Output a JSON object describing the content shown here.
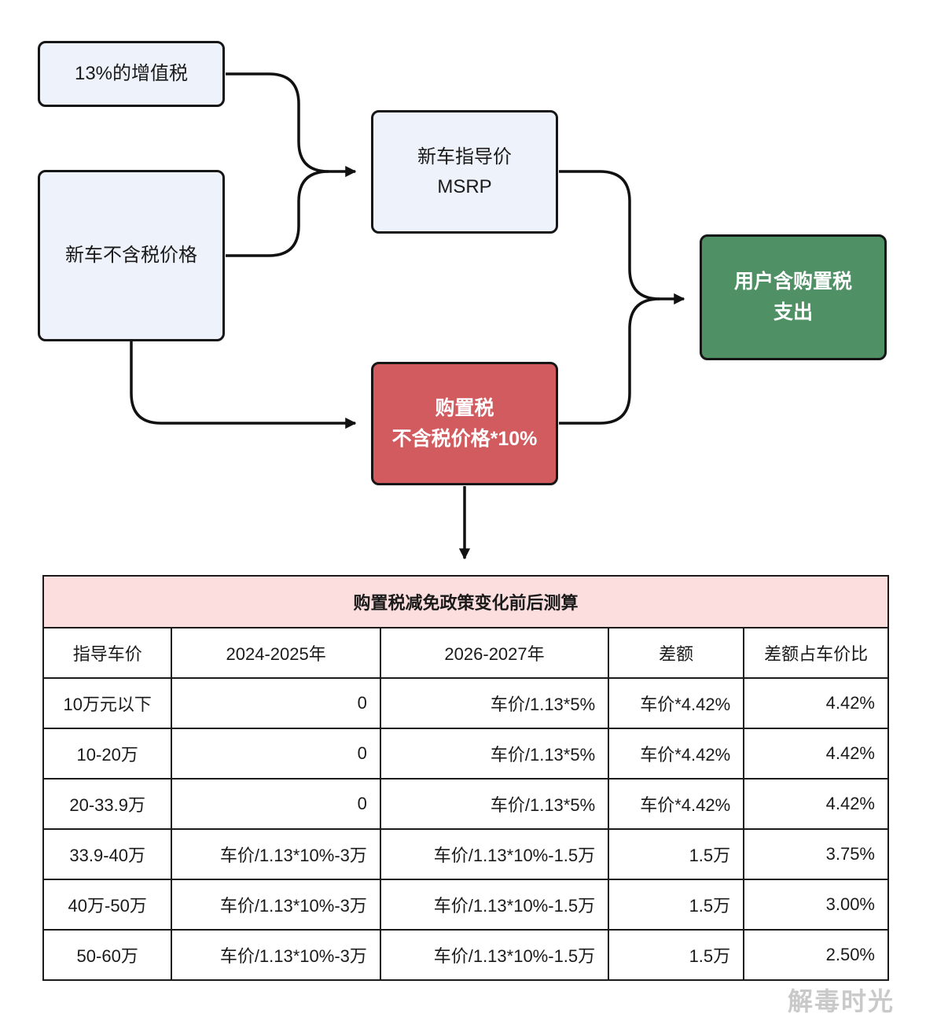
{
  "flowchart": {
    "box_vat": "13%的增值税",
    "box_pretax": "新车不含税价格",
    "box_msrp_line1": "新车指导价",
    "box_msrp_line2": "MSRP",
    "box_tax_line1": "购置税",
    "box_tax_line2": "不含税价格*10%",
    "box_user_line1": "用户含购置税",
    "box_user_line2": "支出"
  },
  "table": {
    "title": "购置税减免政策变化前后测算",
    "headers": [
      "指导车价",
      "2024-2025年",
      "2026-2027年",
      "差额",
      "差额占车价比"
    ],
    "rows": [
      [
        "10万元以下",
        "0",
        "车价/1.13*5%",
        "车价*4.42%",
        "4.42%"
      ],
      [
        "10-20万",
        "0",
        "车价/1.13*5%",
        "车价*4.42%",
        "4.42%"
      ],
      [
        "20-33.9万",
        "0",
        "车价/1.13*5%",
        "车价*4.42%",
        "4.42%"
      ],
      [
        "33.9-40万",
        "车价/1.13*10%-3万",
        "车价/1.13*10%-1.5万",
        "1.5万",
        "3.75%"
      ],
      [
        "40万-50万",
        "车价/1.13*10%-3万",
        "车价/1.13*10%-1.5万",
        "1.5万",
        "3.00%"
      ],
      [
        "50-60万",
        "车价/1.13*10%-3万",
        "车价/1.13*10%-1.5万",
        "1.5万",
        "2.50%"
      ]
    ]
  },
  "watermark": "解毒时光",
  "colors": {
    "box_light_bg": "#eef2fa",
    "box_red_bg": "#d15b5e",
    "box_green_bg": "#4f9164",
    "table_title_bg": "#fcdede",
    "line": "#111111"
  }
}
